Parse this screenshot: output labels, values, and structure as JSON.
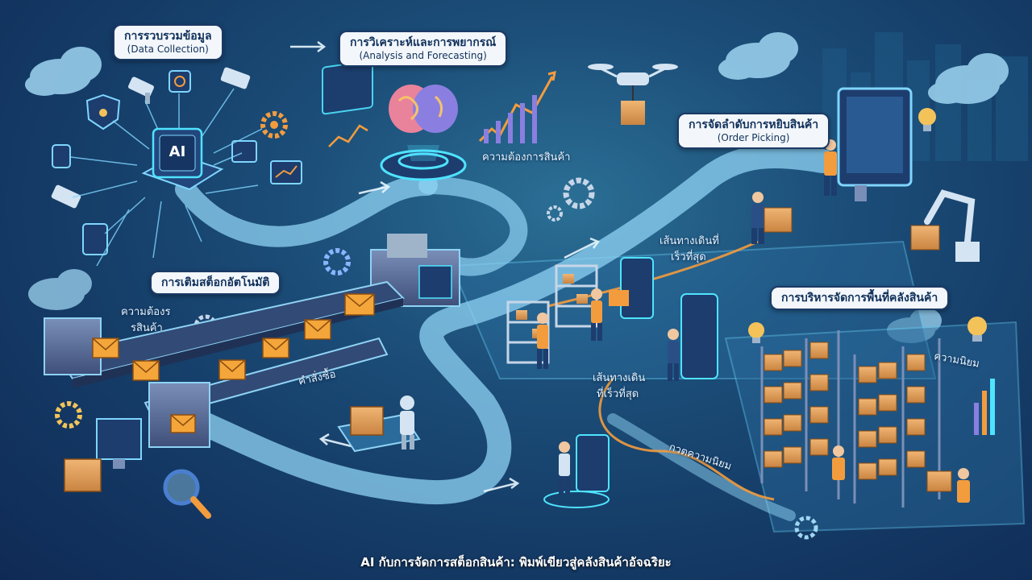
{
  "labels": {
    "data_collection": {
      "th": "การรวบรวมข้อมูล",
      "en": "(Data Collection)"
    },
    "analysis": {
      "th": "การวิเคราะห์และการพยากรณ์",
      "en": "(Analysis and Forecasting)"
    },
    "order_picking": {
      "th": "การจัดลำดับการหยิบสินค้า",
      "en": "(Order Picking)"
    },
    "auto_restock": {
      "th": "การเติมสต็อกอัตโนมัติ"
    },
    "warehouse_space": {
      "th": "การบริหารจัดการพื้นที่คลังสินค้า"
    }
  },
  "floating": {
    "product_demand": "ความต้องการสินค้า",
    "product_demand_left_1": "ความต้องร",
    "product_demand_left_2": "รสินค้า",
    "orders": "คำสั่งซื้อ",
    "fastest_route_1_a": "เส้นทางเดินที่",
    "fastest_route_1_b": "เร็วที่สุด",
    "fastest_route_2_a": "เส้นทางเดิน",
    "fastest_route_2_b": "ที่เร็วที่สุด",
    "popularity_trend": "กวตความนิยม",
    "popularity": "ความนิยม"
  },
  "ai_chip_label": "AI",
  "caption": "AI กับการจัดการสต็อกสินค้า: พิมพ์เขียวสู่คลังสินค้าอัจฉริยะ",
  "icons": [
    "cloud-icon",
    "camera-icon",
    "gear-icon",
    "envelope-icon",
    "box-icon",
    "drone-icon",
    "brain-icon",
    "lightbulb-icon",
    "monitor-icon",
    "tablet-icon",
    "shelf-icon",
    "robot-arm-icon",
    "magnifier-icon",
    "worker-icon"
  ],
  "colors": {
    "background": "#1b4d78",
    "flow_path": "#8fd3f4",
    "label_bg": "#f3f7fb",
    "label_border": "#1b3a66",
    "accent_orange": "#f39c3d",
    "accent_cyan": "#4fe3ff"
  }
}
